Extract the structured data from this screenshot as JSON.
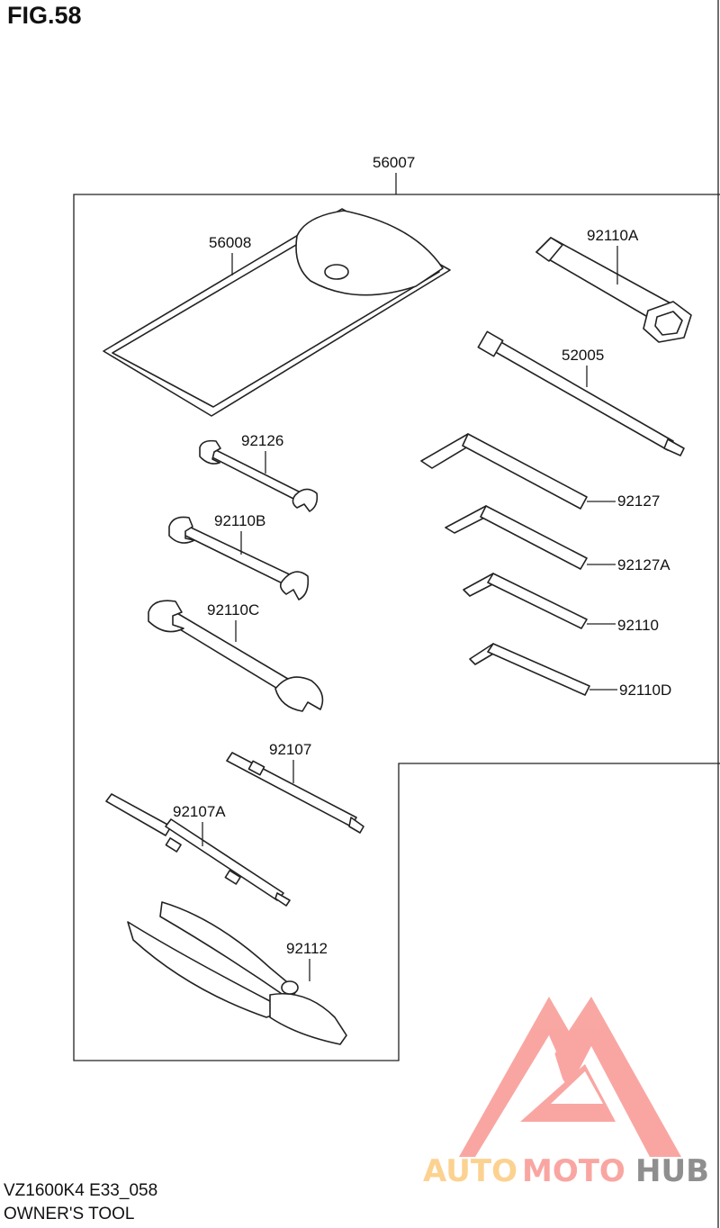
{
  "figure": "FIG.58",
  "model_code": "VZ1600K4 E33_058",
  "section_title": "OWNER'S TOOL",
  "parts": {
    "set": "56007",
    "bag": "56008",
    "socket_wrench": "92110A",
    "plug_wrench_handle": "52005",
    "wrench_small": "92126",
    "hex_key_1": "92127",
    "wrench_medium": "92110B",
    "hex_key_2": "92127A",
    "wrench_large": "92110C",
    "hex_key_3": "92110",
    "hex_key_4": "92110D",
    "screwdriver_bit": "92107",
    "screwdriver_grip": "92107A",
    "pliers": "92112"
  },
  "watermark": {
    "text_a": "AUTO",
    "text_b": "MOTO",
    "text_c": "HUB",
    "colors": [
      "#fcd08c",
      "#f9a29e",
      "#8a8a8a"
    ]
  }
}
